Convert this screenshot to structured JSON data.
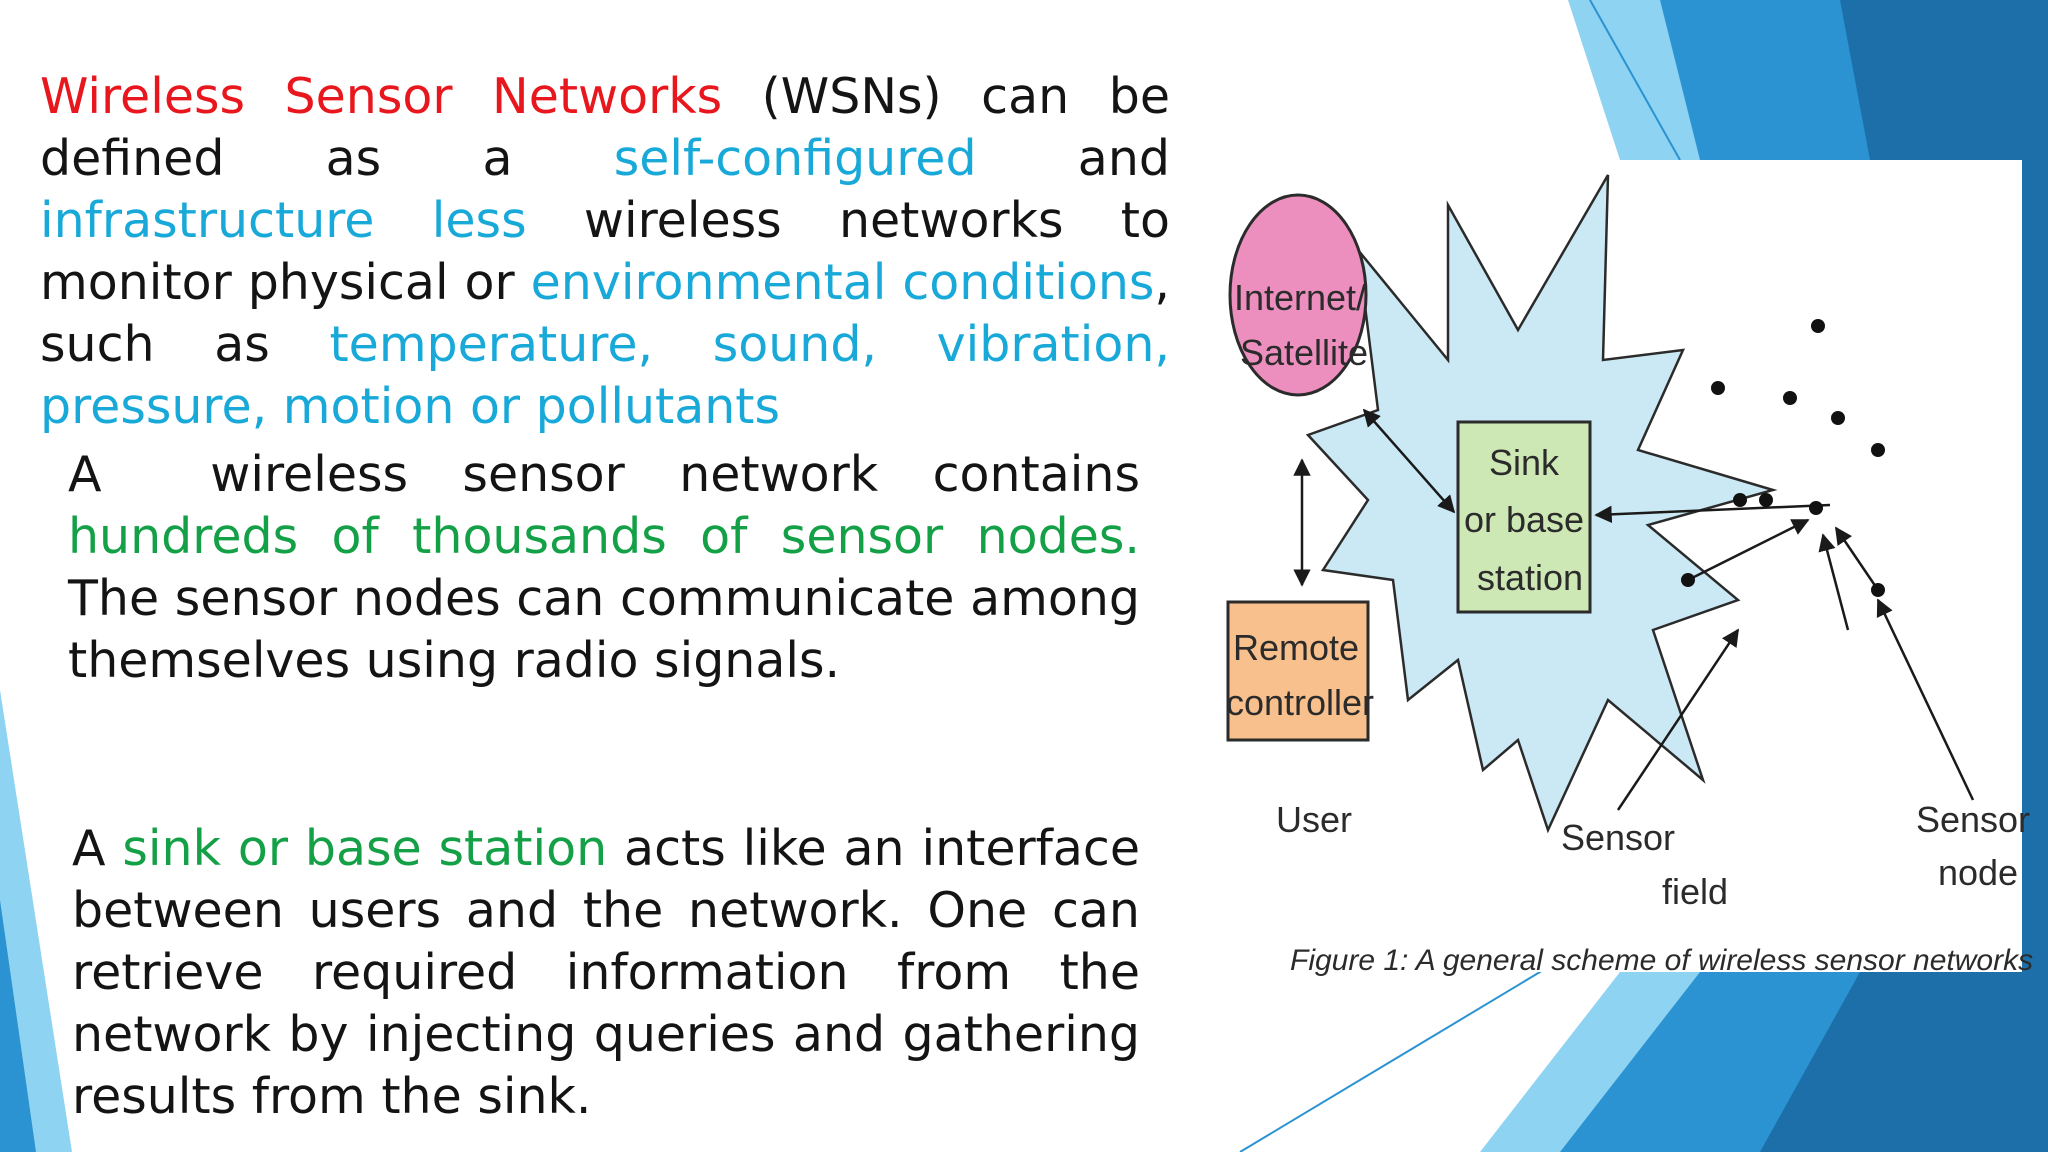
{
  "colors": {
    "title_red": "#e8171d",
    "cyan": "#18a9d9",
    "green": "#14a046",
    "text": "#141414",
    "blue_dark": "#1c6fa8",
    "blue_mid": "#2b93d1",
    "blue_light": "#8fd3f2",
    "internet_fill": "#ec8fbe",
    "remote_fill": "#f7c08c",
    "sink_fill": "#cde8b4",
    "field_fill": "#cbe9f4"
  },
  "slide": {
    "paragraph1": [
      {
        "text": "Wireless Sensor Networks",
        "color": "#e8171d"
      },
      {
        "text": " (WSNs) can be defined as a ",
        "color": "#141414"
      },
      {
        "text": "self-configured",
        "color": "#18a9d9"
      },
      {
        "text": " and ",
        "color": "#141414"
      },
      {
        "text": "infrastructure less",
        "color": "#18a9d9"
      },
      {
        "text": " wireless networks to monitor physical or ",
        "color": "#141414"
      },
      {
        "text": "environmental conditions",
        "color": "#18a9d9"
      },
      {
        "text": ", such as ",
        "color": "#141414"
      },
      {
        "text": "temperature, sound, vibration, pressure, motion or pollutants",
        "color": "#18a9d9"
      }
    ],
    "paragraph2": [
      {
        "text": "A  wireless sensor network contains ",
        "color": "#141414"
      },
      {
        "text": "hundreds of thousands of sensor nodes.",
        "color": "#14a046"
      },
      {
        "text": " The sensor nodes can communicate among themselves using radio signals.",
        "color": "#141414"
      }
    ],
    "paragraph3": [
      {
        "text": "A ",
        "color": "#141414"
      },
      {
        "text": "sink or base station",
        "color": "#14a046"
      },
      {
        "text": " acts like an interface between users and the network. One can retrieve required information from the network by injecting queries and gathering results from the sink.",
        "color": "#141414"
      }
    ]
  },
  "figure": {
    "internet_line1": "Internet/",
    "internet_line2": "Satellite",
    "sink_line1": "Sink",
    "sink_line2": "or base",
    "sink_line3": "station",
    "remote_line1": "Remote",
    "remote_line2": "controller",
    "user_label": "User",
    "sensor_field_line1": "Sensor",
    "sensor_field_line2": "field",
    "sensor_node_line1": "Sensor",
    "sensor_node_line2": "node",
    "caption": "Figure 1: A general scheme of wireless sensor networks"
  }
}
